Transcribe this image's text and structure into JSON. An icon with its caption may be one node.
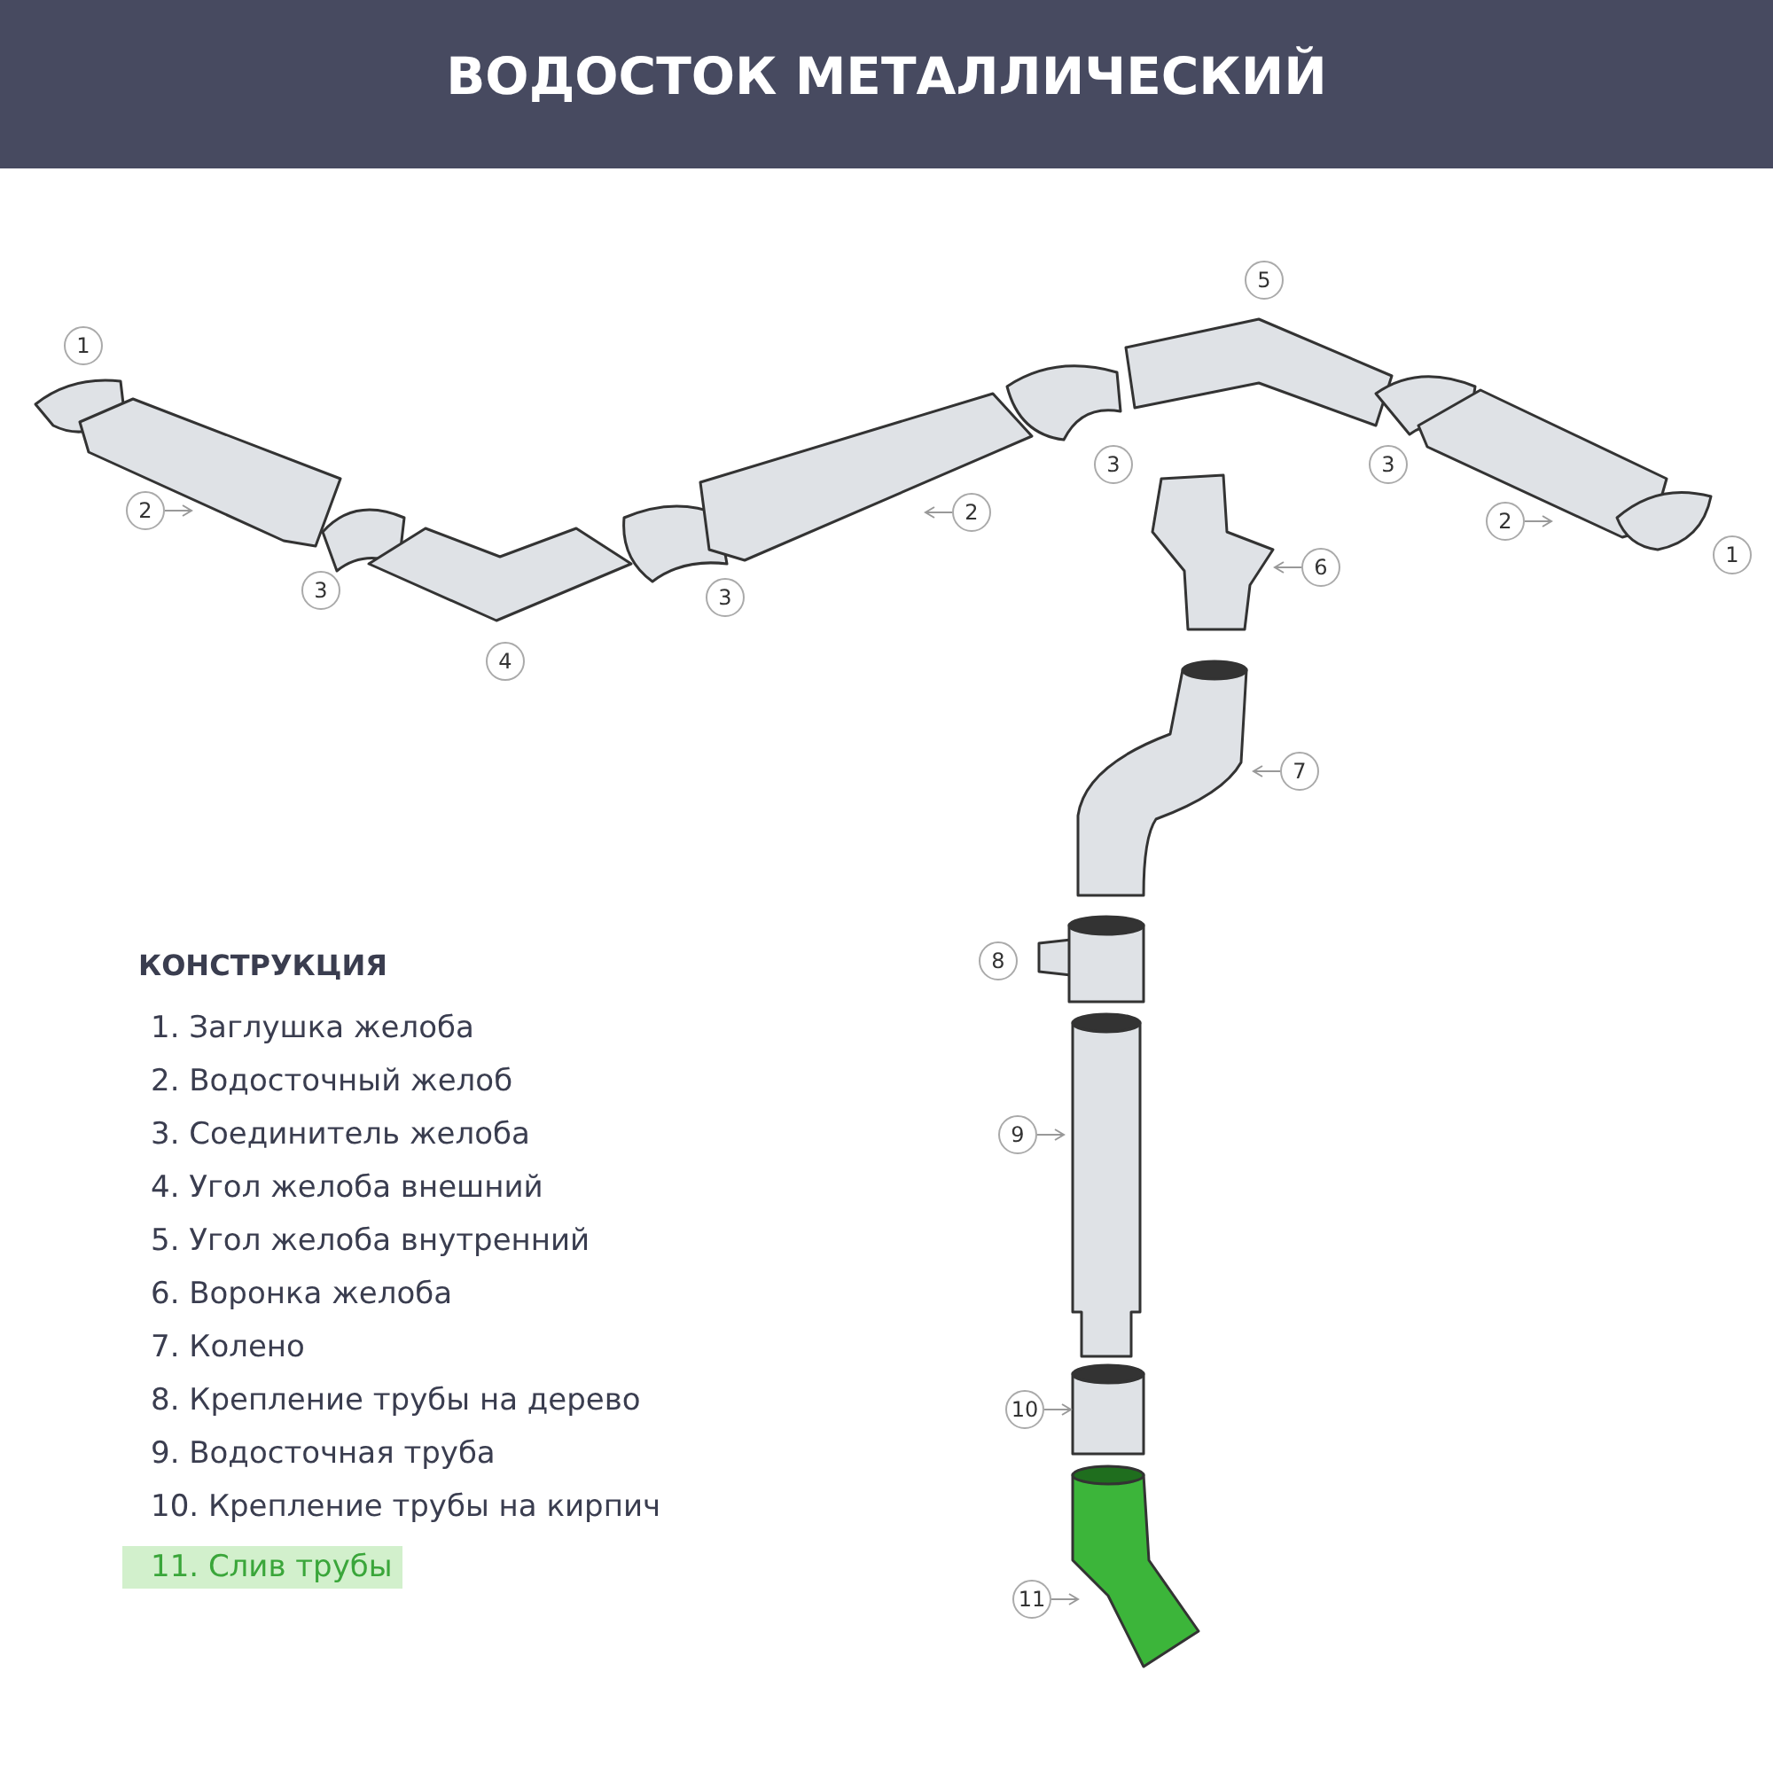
{
  "diagram": {
    "title": "ВОДОСТОК МЕТАЛЛИЧЕСКИЙ",
    "nodes": [
      {
        "text": [
          "5"
        ]
      },
      {
        "text": [
          "1"
        ]
      },
      {
        "text": [
          "3"
        ]
      },
      {
        "text": [
          "3"
        ]
      },
      {
        "text": [
          "2"
        ]
      },
      {
        "text": [
          "2"
        ]
      },
      {
        "text": [
          "2"
        ]
      },
      {
        "text": [
          "1"
        ]
      },
      {
        "text": [
          "3"
        ]
      },
      {
        "text": [
          "3"
        ]
      },
      {
        "text": [
          "6"
        ]
      },
      {
        "text": [
          "4"
        ]
      },
      {
        "text": [
          "7"
        ]
      },
      {
        "text": [
          "8"
        ]
      },
      {
        "text": [
          "9"
        ]
      },
      {
        "text": [
          "10"
        ]
      },
      {
        "text": [
          "11"
        ]
      },
      {
        "text": [
          "11. Слив трубы"
        ]
      }
    ],
    "edges": [
      {
        "from": 4,
        "to": null,
        "arrow": "to"
      },
      {
        "from": 5,
        "to": null,
        "arrow": "to"
      },
      {
        "from": 6,
        "to": null,
        "arrow": "to"
      },
      {
        "from": 10,
        "to": null,
        "arrow": "to"
      },
      {
        "from": 12,
        "to": null,
        "arrow": "to"
      },
      {
        "from": 14,
        "to": null,
        "arrow": "to"
      },
      {
        "from": 15,
        "to": null,
        "arrow": "to"
      },
      {
        "from": 16,
        "to": null,
        "arrow": "to"
      }
    ],
    "labels": [
      "КОНСТРУКЦИЯ",
      "1. Заглушка желоба",
      "2. Водосточный желоб",
      "3. Соединитель желоба",
      "4. Угол желоба внешний",
      "5. Угол желоба внутренний",
      "6. Воронка желоба",
      "7. Колено",
      "8. Крепление трубы на дерево",
      "9. Водосточная труба",
      "10. Крепление трубы на кирпич"
    ]
  }
}
